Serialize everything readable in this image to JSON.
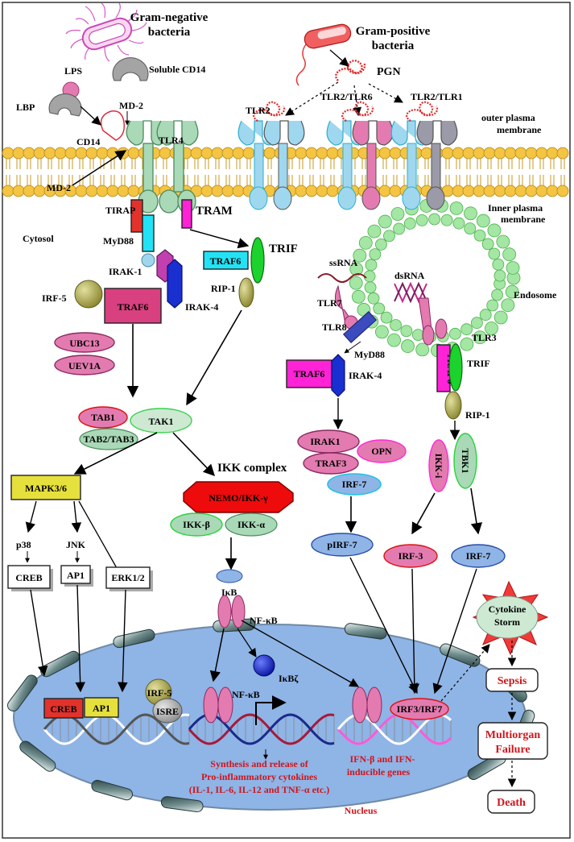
{
  "bacteria": {
    "gram_negative": [
      "Gram-negative",
      "bacteria"
    ],
    "gram_positive": [
      "Gram-positive",
      "bacteria"
    ]
  },
  "ligands": {
    "lps": "LPS",
    "soluble_cd14": "Soluble CD14",
    "lbp": "LBP",
    "cd14": "CD14",
    "md2_top": "MD-2",
    "md2_bottom": "MD-2",
    "pgn": "PGN"
  },
  "receptors": {
    "tlr4": "TLR4",
    "tlr2": "TLR2",
    "tlr2_tlr6": "TLR2/TLR6",
    "tlr2_tlr1": "TLR2/TLR1",
    "tlr7": "TLR7",
    "tlr8": "TLR8",
    "tlr3": "TLR3"
  },
  "membranes": {
    "outer": [
      "outer plasma",
      "membrane"
    ],
    "inner": [
      "Inner plasma",
      "membrane"
    ],
    "cytosol": "Cytosol",
    "endosome": "Endosome",
    "nucleus": "Nucleus"
  },
  "adaptors": {
    "tirap": "TIRAP",
    "tram": "TRAM",
    "myd88": "MyD88",
    "trif": "TRIF",
    "traf6_trif": "TRAF6",
    "rip1_left": "RIP-1",
    "irak1": "IRAK-1",
    "irak4": "IRAK-4",
    "irf5": "IRF-5",
    "traf6_main": "TRAF6",
    "ubc13": "UBC13",
    "uev1a": "UEV1A"
  },
  "endosomal": {
    "ssrna": "ssRNA",
    "dsrna": "dsRNA",
    "myd88": "MyD88",
    "traf6": "TRAF6",
    "irak4": "IRAK-4",
    "traf6_vert": "TRAF6",
    "trif": "TRIF",
    "rip1": "RIP-1",
    "irak1": "IRAK1",
    "opn": "OPN",
    "traf3": "TRAF3",
    "irf7": "IRF-7",
    "ikki": "IKK-i",
    "tbk1": "TBK1",
    "pirf7": "pIRF-7",
    "irf3": "IRF-3",
    "irf7b": "IRF-7"
  },
  "kinases": {
    "tab1": "TAB1",
    "tak1": "TAK1",
    "tab2_3": "TAB2/TAB3",
    "mapk": "MAPK3/6",
    "ikk_complex": "IKK complex",
    "nemo": "NEMO/IKK-γ",
    "ikkb": "IKK-β",
    "ikka": "IKK-α",
    "p38": "p38",
    "jnk": "JNK",
    "creb": "CREB",
    "ap1": "AP1",
    "erk": "ERK1/2",
    "ikb": "IκB",
    "nfkb": "NF-κB",
    "ikbz": "IκBζ"
  },
  "nucleus": {
    "creb": "CREB",
    "ap1": "AP1",
    "irf5": "IRF-5",
    "isre": "ISRE",
    "nfkb": "NF-κB",
    "irf3_irf7": "IRF3/IRF7",
    "synthesis": [
      "Synthesis and release of",
      "Pro-inflammatory cytokines",
      "(IL-1, IL-6, IL-12 and TNF-α etc.)"
    ],
    "ifn": [
      "IFN-β and IFN-",
      "inducible genes"
    ]
  },
  "outcomes": {
    "storm": [
      "Cytokine",
      "Storm"
    ],
    "sepsis": "Sepsis",
    "multiorgan": [
      "Multiorgan",
      "Failure"
    ],
    "death": "Death"
  },
  "colors": {
    "membrane_head": "#f4c542",
    "teal": "#69d0dd",
    "green_receptor": "#a9d9b6",
    "pink": "#e37bb0",
    "traf6_fill": "#d9407f",
    "magenta": "#ff22d6",
    "cyan": "#22e3f5",
    "blue": "#1a2fd0",
    "olive": "#9c9a3e",
    "yellow": "#e6e03c",
    "nemo_red": "#ee0b0b",
    "nucleus_blue": "#8fb4e6",
    "dark_red_text": "#d0161b"
  }
}
